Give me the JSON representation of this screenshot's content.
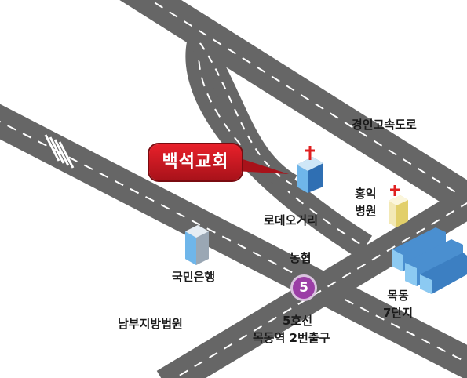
{
  "map": {
    "church_callout": "백석교회",
    "labels": {
      "gyeongin_expressway": "경인고속도로",
      "rodeo_street": "로데오거리",
      "hongik_hospital_line1": "홍익",
      "hongik_hospital_line2": "병원",
      "nonghyup": "농협",
      "kookmin_bank": "국민은행",
      "mokdong_7danji_line1": "목동",
      "mokdong_7danji_line2": "7단지",
      "southern_district_court": "남부지방법원",
      "line5_caption": "5호선",
      "mokdong_station_exit": "목동역 2번출구"
    },
    "subway_line_number": "5",
    "colors": {
      "road": "#666666",
      "lane_marking": "#ffffff",
      "callout": "#c8161e",
      "subway_line5": "#9b3ea6"
    },
    "icons": [
      "church-icon",
      "hospital-icon",
      "bank-building-icon",
      "apartment-complex-icon",
      "crosswalk"
    ]
  }
}
